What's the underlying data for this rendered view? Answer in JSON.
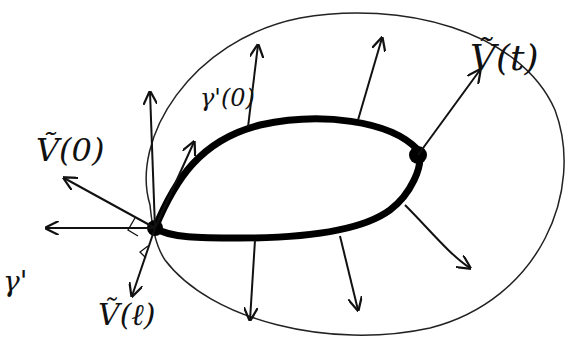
{
  "diagram": {
    "labels": [
      "Ṽ(0)",
      "γ'(0)",
      "Ṽ(t)",
      "Ṽ(ℓ)",
      "γ'"
    ]
  }
}
